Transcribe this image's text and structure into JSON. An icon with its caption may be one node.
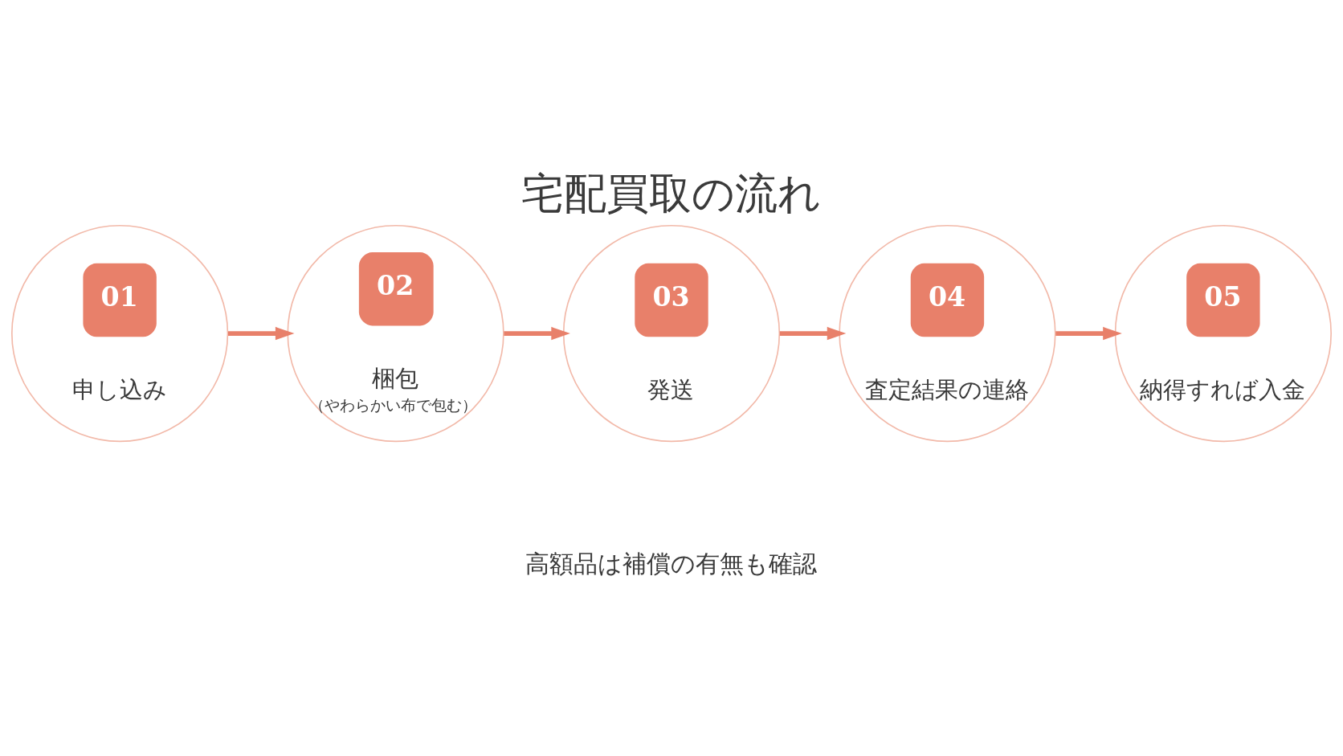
{
  "diagram": {
    "title": "宅配買取の流れ",
    "nodes": [
      {
        "text": [
          "01",
          "申し込み"
        ]
      },
      {
        "text": [
          "02",
          "梱包",
          "（やわらかい布で包む）"
        ]
      },
      {
        "text": [
          "03",
          "発送"
        ]
      },
      {
        "text": [
          "04",
          "査定結果の連絡"
        ]
      },
      {
        "text": [
          "05",
          "納得すれば入金"
        ]
      }
    ],
    "edges": [
      {
        "from": 0,
        "to": 1,
        "arrow": "to"
      },
      {
        "from": 1,
        "to": 2,
        "arrow": "to"
      },
      {
        "from": 2,
        "to": 3,
        "arrow": "to"
      },
      {
        "from": 3,
        "to": 4,
        "arrow": "to"
      }
    ],
    "labels": [
      "高額品は補償の有無も確認"
    ]
  }
}
